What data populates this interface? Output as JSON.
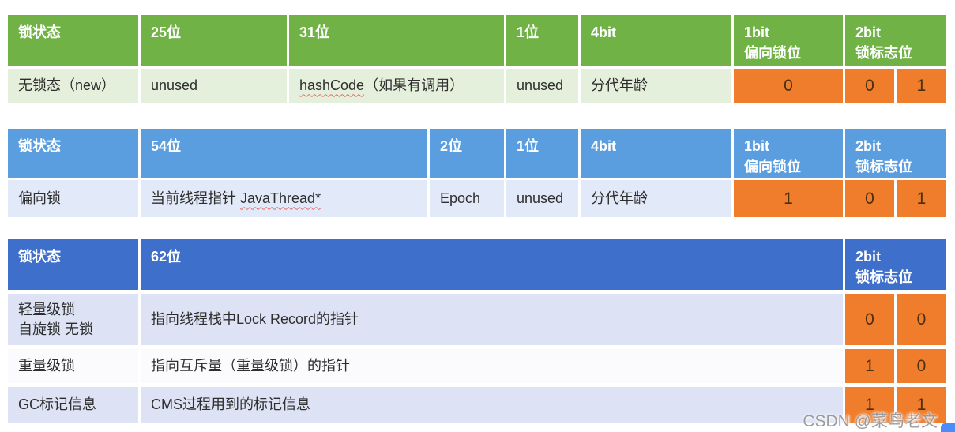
{
  "colors": {
    "table1_header_bg": "#70b246",
    "table1_row_bg": "#e5f0dc",
    "table2_header_bg": "#5a9ee0",
    "table2_row_bg": "#e2e9f8",
    "table3_header_bg": "#3e6fcb",
    "table3_row_odd_bg": "#dde3f4",
    "table3_row_even_bg": "#fbfbfe",
    "bit_cell_bg": "#f07d2b",
    "bit_cell_text": "#4b2f10",
    "header_text": "#ffffff",
    "body_text": "#2e2e2e",
    "wavy_underline": "#e06a6a"
  },
  "table1": {
    "headers": {
      "c1": "锁状态",
      "c2": "25位",
      "c3": "31位",
      "c4": "1位",
      "c5": "4bit",
      "c6_line1": "1bit",
      "c6_line2": "偏向锁位",
      "c7_line1": "2bit",
      "c7_line2": "锁标志位"
    },
    "row": {
      "state": "无锁态（new）",
      "c2": "unused",
      "c3_wavy": "hashCode",
      "c3_post": "（如果有调用）",
      "c4": "unused",
      "c5": "分代年龄",
      "bias_bit": "0",
      "flag_bit1": "0",
      "flag_bit2": "1"
    }
  },
  "table2": {
    "headers": {
      "c1": "锁状态",
      "c2": "54位",
      "c3": "2位",
      "c4": "1位",
      "c5": "4bit",
      "c6_line1": "1bit",
      "c6_line2": "偏向锁位",
      "c7_line1": "2bit",
      "c7_line2": "锁标志位"
    },
    "row": {
      "state": "偏向锁",
      "c2_pre": "当前线程指针 ",
      "c2_wavy": "JavaThread*",
      "c3": "Epoch",
      "c4": "unused",
      "c5": "分代年龄",
      "bias_bit": "1",
      "flag_bit1": "0",
      "flag_bit2": "1"
    }
  },
  "table3": {
    "headers": {
      "c1": "锁状态",
      "c2": "62位",
      "c3_line1": "2bit",
      "c3_line2": "锁标志位"
    },
    "rows": [
      {
        "state_line1": "轻量级锁",
        "state_line2": "自旋锁 无锁",
        "desc": "指向线程栈中Lock Record的指针",
        "flag_bit1": "0",
        "flag_bit2": "0"
      },
      {
        "state_line1": "重量级锁",
        "state_line2": "",
        "desc": "指向互斥量（重量级锁）的指针",
        "flag_bit1": "1",
        "flag_bit2": "0"
      },
      {
        "state_line1": "GC标记信息",
        "state_line2": "",
        "desc": "CMS过程用到的标记信息",
        "flag_bit1": "1",
        "flag_bit2": "1"
      }
    ]
  },
  "watermark": {
    "text": "CSDN @菜鸟老文"
  }
}
